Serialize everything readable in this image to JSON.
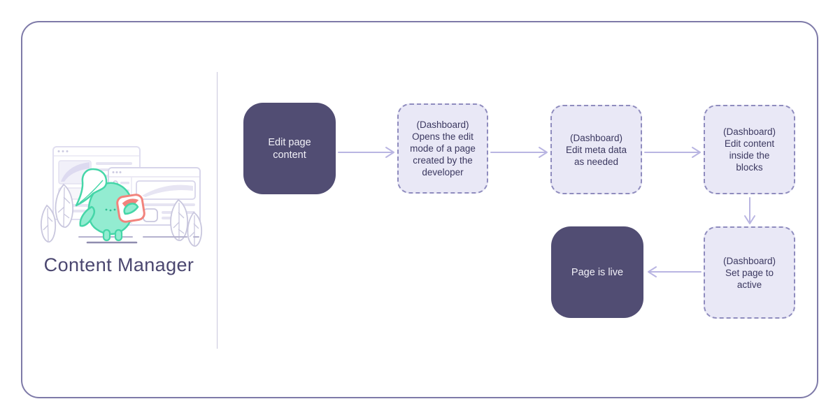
{
  "page": {
    "title": "Content Manager"
  },
  "flow": {
    "nodes": [
      {
        "id": "edit-page-content",
        "style": "solid",
        "label": [
          "Edit page",
          "content"
        ]
      },
      {
        "id": "dashboard-open-edit-mode",
        "style": "dashed",
        "label": [
          "(Dashboard)",
          "Opens the edit",
          "mode of a page",
          "created by the",
          "developer"
        ]
      },
      {
        "id": "dashboard-edit-meta-data",
        "style": "dashed",
        "label": [
          "(Dashboard)",
          "Edit meta data",
          "as needed"
        ]
      },
      {
        "id": "dashboard-edit-content-blocks",
        "style": "dashed",
        "label": [
          "(Dashboard)",
          "Edit content",
          "inside the",
          "blocks"
        ]
      },
      {
        "id": "dashboard-set-page-active",
        "style": "dashed",
        "label": [
          "(Dashboard)",
          "Set page to",
          "active"
        ]
      },
      {
        "id": "page-is-live",
        "style": "solid",
        "label": [
          "Page is live"
        ]
      }
    ],
    "edges": [
      {
        "from": "edit-page-content",
        "to": "dashboard-open-edit-mode",
        "direction": "right"
      },
      {
        "from": "dashboard-open-edit-mode",
        "to": "dashboard-edit-meta-data",
        "direction": "right"
      },
      {
        "from": "dashboard-edit-meta-data",
        "to": "dashboard-edit-content-blocks",
        "direction": "right"
      },
      {
        "from": "dashboard-edit-content-blocks",
        "to": "dashboard-set-page-active",
        "direction": "down"
      },
      {
        "from": "dashboard-set-page-active",
        "to": "page-is-live",
        "direction": "left"
      }
    ]
  },
  "colors": {
    "node-dark": "#514d73",
    "node-dark-text": "#f2f1f8",
    "node-light-bg": "#e9e8f6",
    "node-light-border": "#8f8cbe",
    "node-light-text": "#3b3860",
    "arrow": "#b9b5e2",
    "card-border": "#7e7aa8",
    "divider": "#c9c7dd",
    "title": "#4b4770",
    "mascot-green": "#45d6a8",
    "mascot-green-light": "#93ecd1",
    "accent-coral": "#f2837c",
    "sketch-purple": "#d9d7ea"
  }
}
